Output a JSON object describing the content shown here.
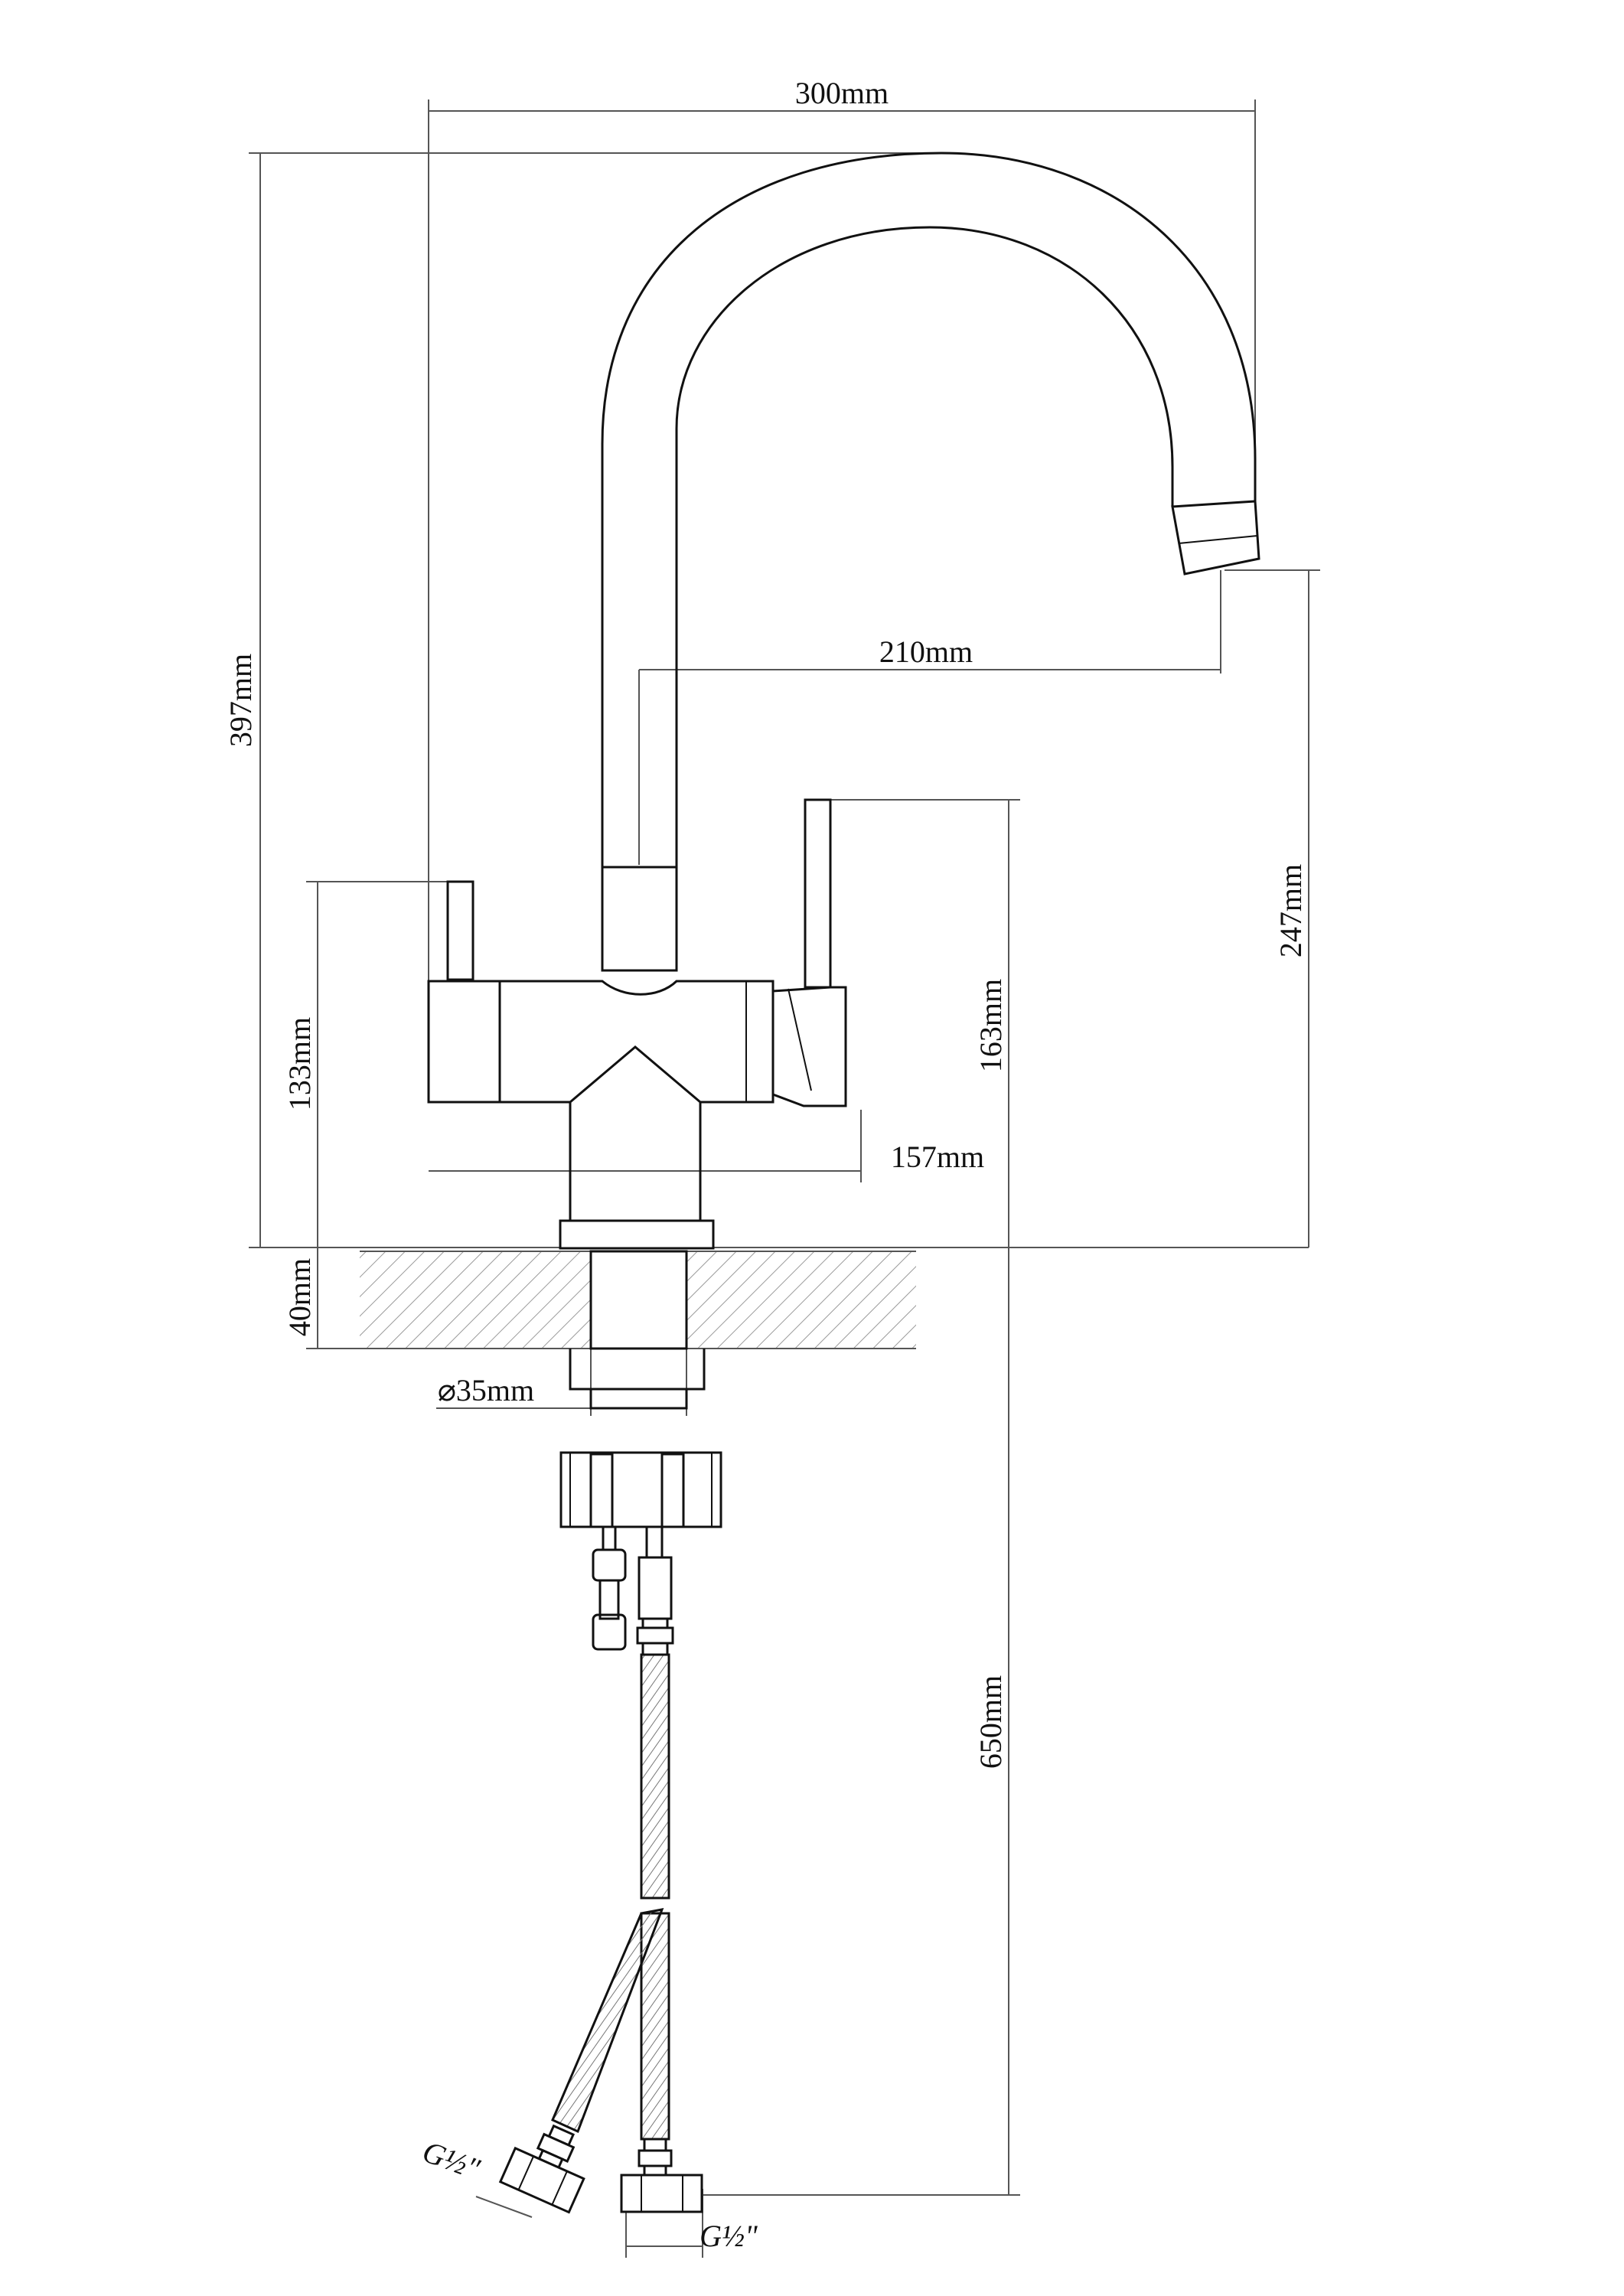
{
  "labels": {
    "width_total": "300mm",
    "height_total": "397mm",
    "spout_reach": "210mm",
    "spout_clearance": "247mm",
    "body_height": "133mm",
    "handle_height": "163mm",
    "body_width": "157mm",
    "deck_thickness": "40mm",
    "shank_diameter": "⌀35mm",
    "hose_length": "650mm",
    "connector_left": "G½\"",
    "connector_right": "G½\""
  },
  "colors": {
    "line": "#111111",
    "dim_line": "#555555",
    "hatch": "#9a9a9a",
    "paper": "#ffffff"
  }
}
